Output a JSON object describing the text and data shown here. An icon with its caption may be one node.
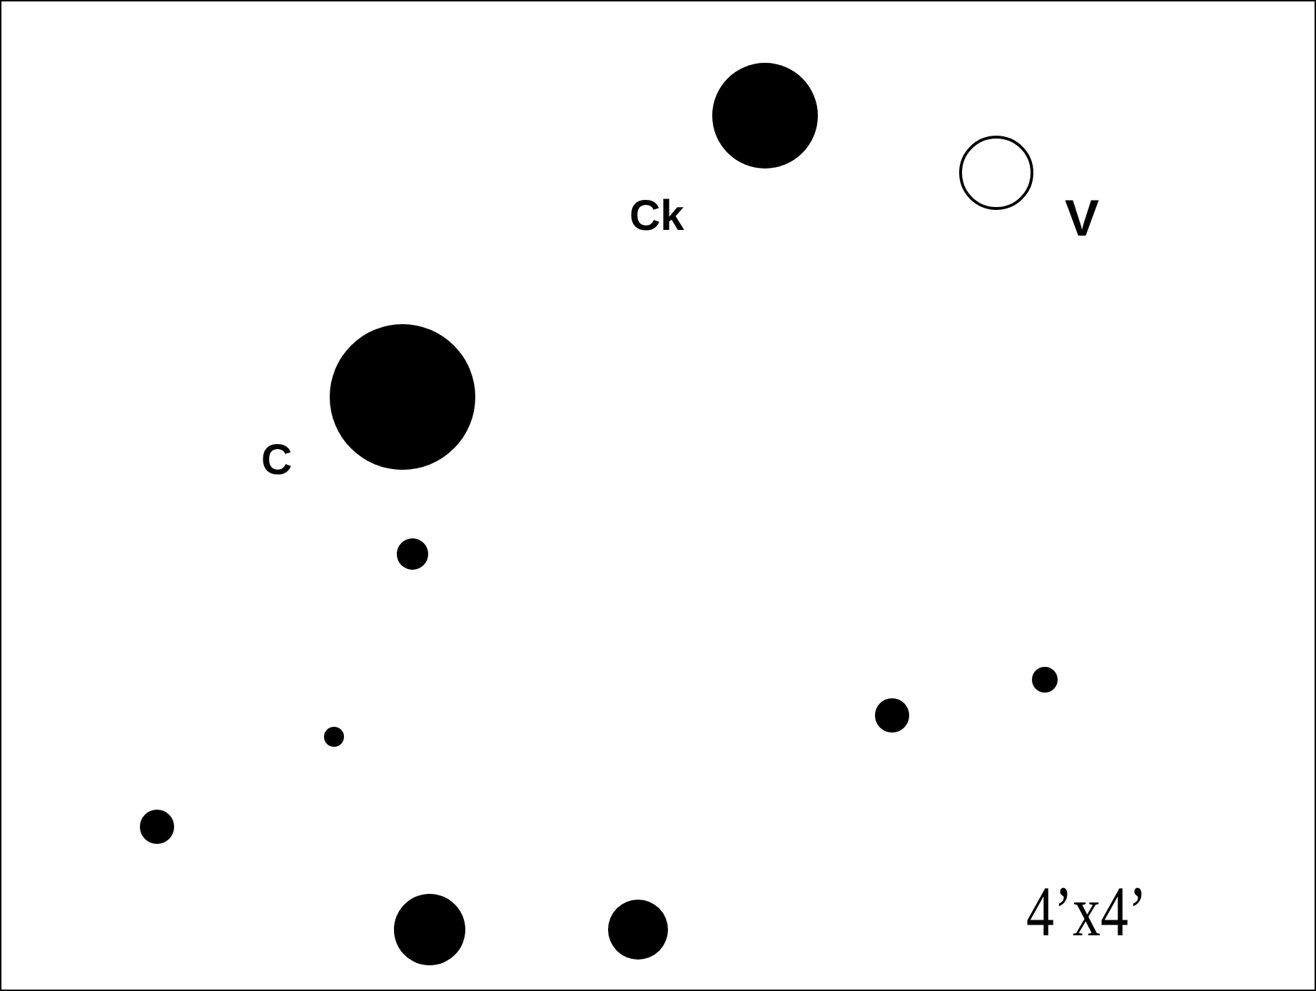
{
  "diagram": {
    "nodes": [
      {
        "text": [],
        "shape": "circle",
        "beside": [
          "Ck"
        ]
      },
      {
        "text": [],
        "shape": "circle",
        "beside": [
          "V"
        ]
      },
      {
        "text": [],
        "shape": "circle",
        "beside": [
          "C"
        ]
      },
      {
        "text": [],
        "shape": "circle"
      },
      {
        "text": [],
        "shape": "circle"
      },
      {
        "text": [],
        "shape": "circle"
      },
      {
        "text": [],
        "shape": "circle"
      },
      {
        "text": [],
        "shape": "circle"
      },
      {
        "text": [],
        "shape": "circle"
      },
      {
        "text": [],
        "shape": "circle"
      }
    ],
    "edges": [],
    "labels": [
      "4’x4’"
    ]
  }
}
